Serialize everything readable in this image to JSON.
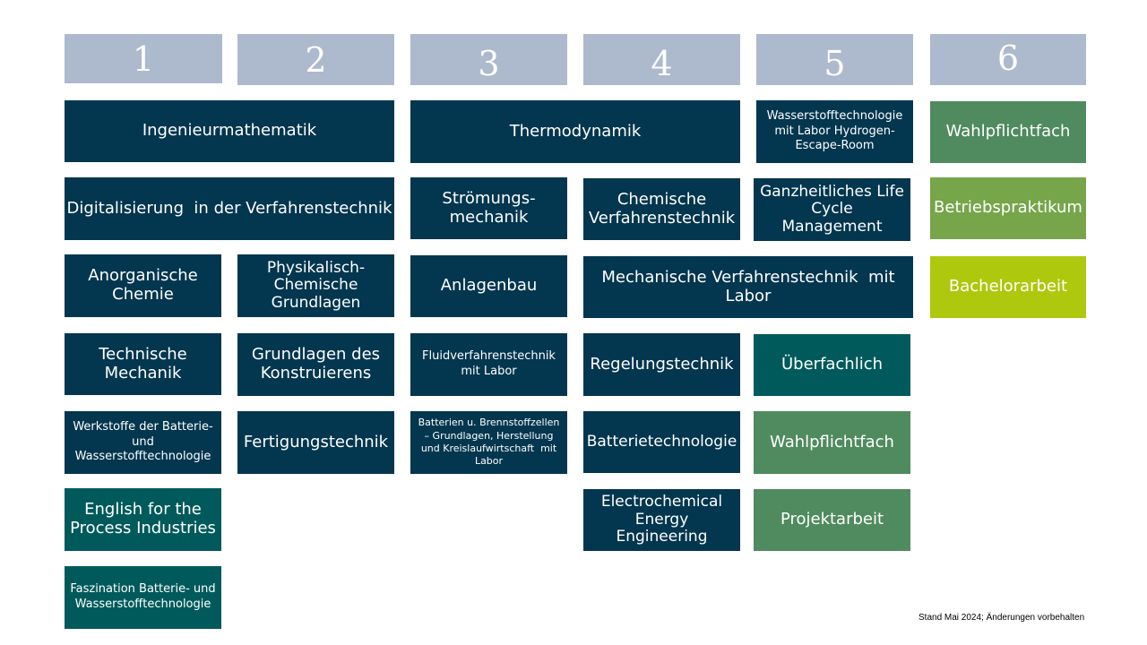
{
  "semesters": [
    "1",
    "2",
    "3",
    "4",
    "5",
    "6"
  ],
  "modules": {
    "ingenieurmathematik": "Ingenieurmathematik",
    "thermodynamik": "Thermodynamik",
    "wasserstoff_labor": "Wasserstofftechnologie mit Labor Hydrogen-Escape-Room",
    "wahlpflicht_6": "Wahlpflichtfach",
    "digitalisierung": "Digitalisierung  in der Verfahrenstechnik",
    "stroemung": "Strömungs-mechanik",
    "chemische_vt": "Chemische Verfahrenstechnik",
    "life_cycle": "Ganzheitliches Life Cycle Management",
    "betriebspraktikum": "Betriebspraktikum",
    "anorganische_chemie": "Anorganische Chemie",
    "physikalisch_chemische": "Physikalisch-Chemische Grundlagen",
    "anlagenbau": "Anlagenbau",
    "mechanische_vt": "Mechanische Verfahrenstechnik  mit Labor",
    "bachelorarbeit": "Bachelorarbeit",
    "technische_mechanik": "Technische Mechanik",
    "grundlagen_konstruieren": "Grundlagen des Konstruierens",
    "fluidverfahrenstechnik": "Fluidverfahrenstechnik mit Labor",
    "regelungstechnik": "Regelungstechnik",
    "ueberfachlich": "Überfachlich",
    "werkstoffe": "Werkstoffe der Batterie- und Wasserstofftechnologie",
    "fertigungstechnik": "Fertigungstechnik",
    "batterien_brennstoffzellen": "Batterien u. Brennstoffzellen – Grundlagen, Herstellung und Kreislaufwirtschaft  mit Labor",
    "batterietechnologie": "Batterietechnologie",
    "wahlpflicht_5": "Wahlpflichtfach",
    "english": "English for the Process Industries",
    "electrochemical": "Electrochemical Energy Engineering",
    "projektarbeit": "Projektarbeit",
    "faszination": "Faszination Batterie- und Wasserstofftechnologie"
  },
  "colors": {
    "header": "#adb9cc",
    "dark_blue": "#03364f",
    "teal": "#005a5b",
    "green": "#4f8b5e",
    "light_green": "#76a54a",
    "lime": "#adc80d"
  },
  "footer": "Stand Mai 2024; Änderungen vorbehalten"
}
